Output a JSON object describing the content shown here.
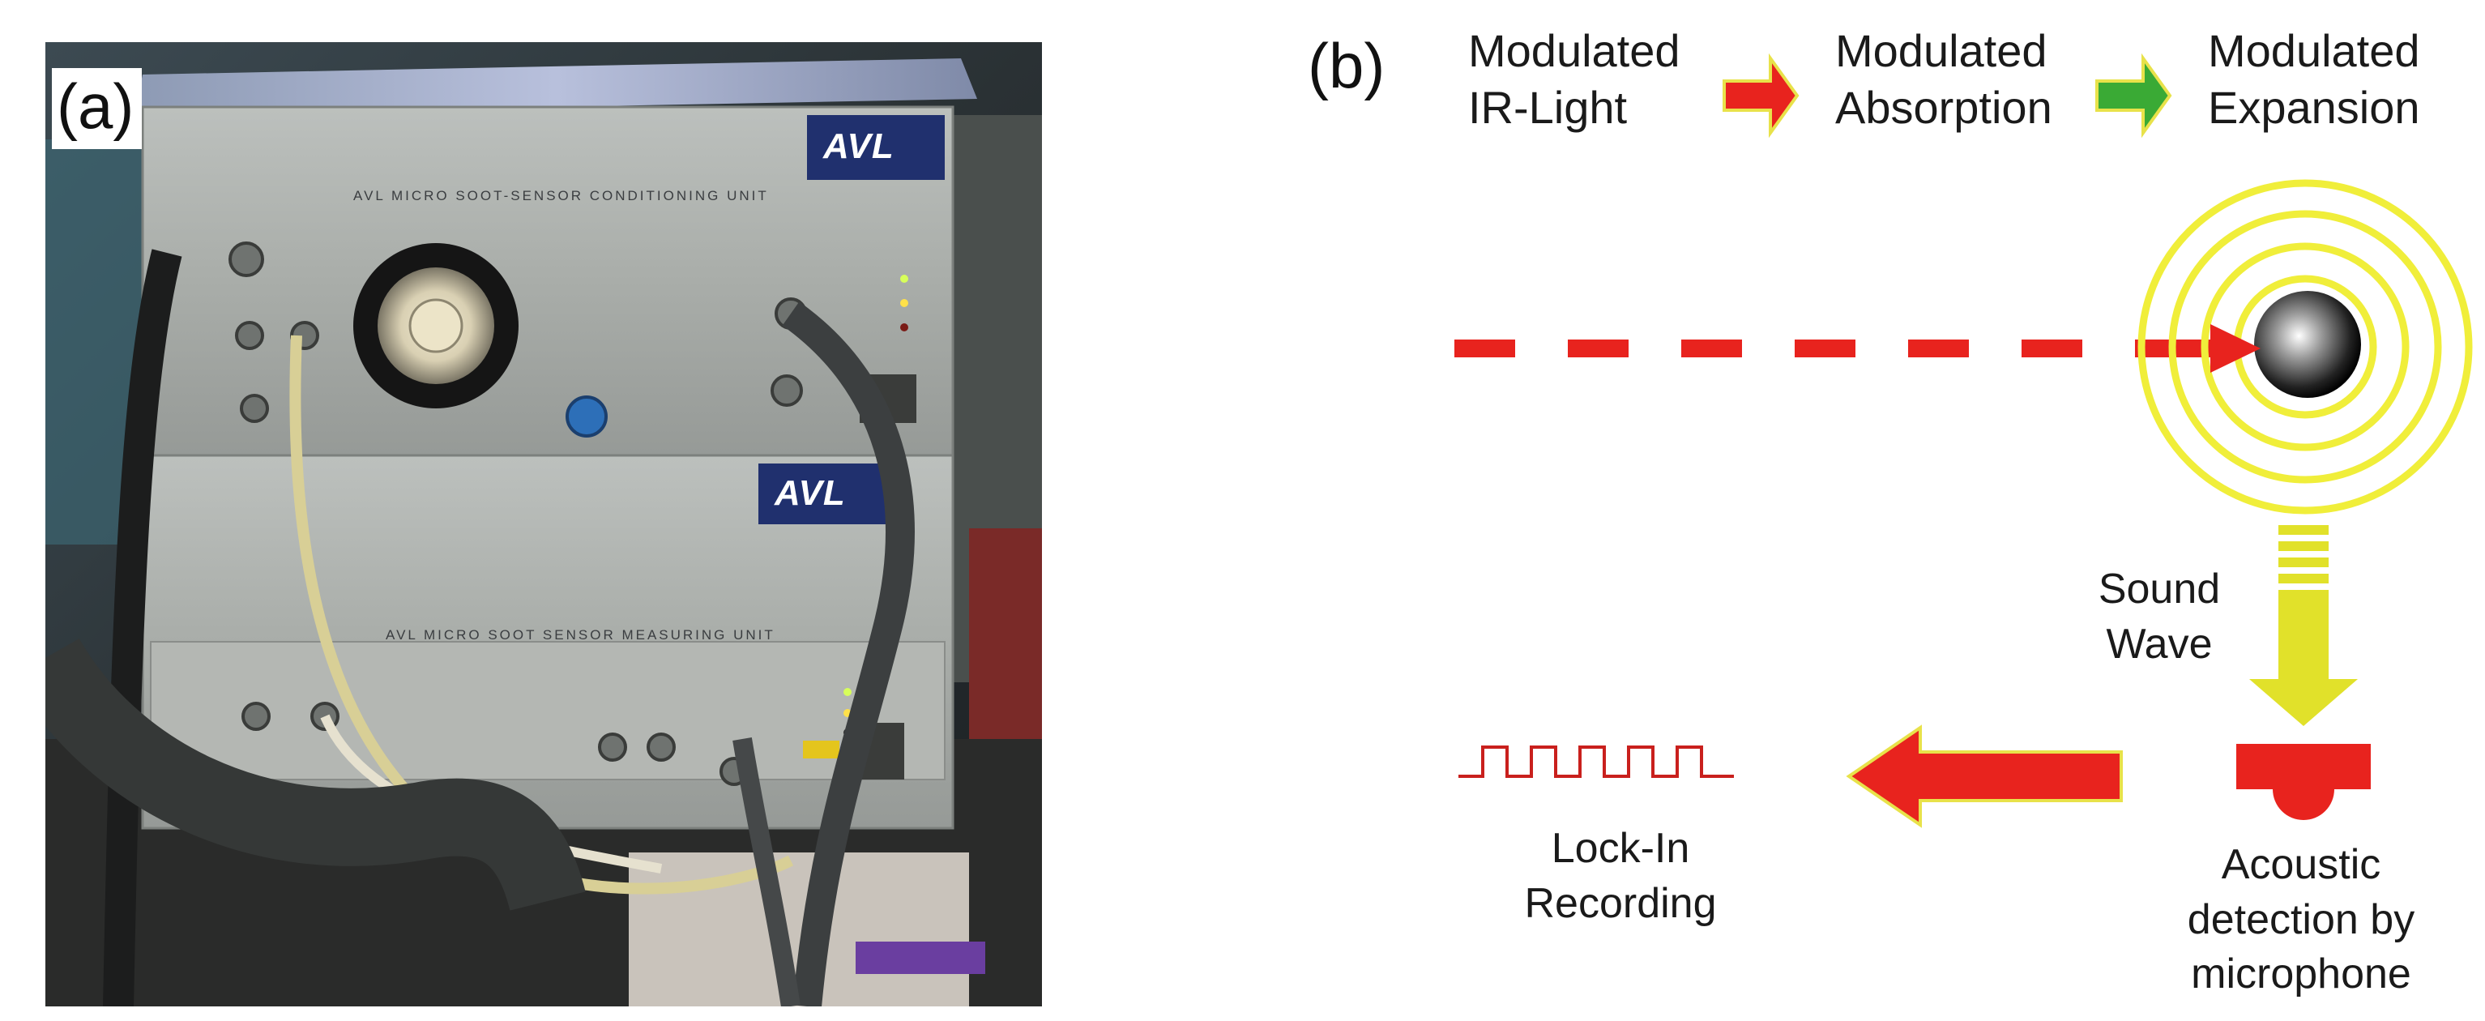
{
  "panels": {
    "a_label": "(a)",
    "b_label": "(b)"
  },
  "photo": {
    "brand_upper": "AVL",
    "brand_lower": "AVL",
    "upper_unit_text": "AVL MICRO SOOT-SENSOR CONDITIONING UNIT",
    "lower_unit_text": "AVL MICRO SOOT SENSOR MEASURING UNIT"
  },
  "flow": {
    "step1": "Modulated IR-Light",
    "step2": "Modulated Absorption",
    "step3": "Modulated Expansion",
    "arrow1_color": "#e8231e",
    "arrow2_color": "#3aaa35"
  },
  "diagram": {
    "sound_wave": "Sound Wave",
    "lock_in": "Lock-In Recording",
    "acoustic": "Acoustic detection by microphone",
    "beam_color": "#e8231e",
    "ring_color": "#f0ee3a",
    "signal_color": "#c9201d"
  }
}
